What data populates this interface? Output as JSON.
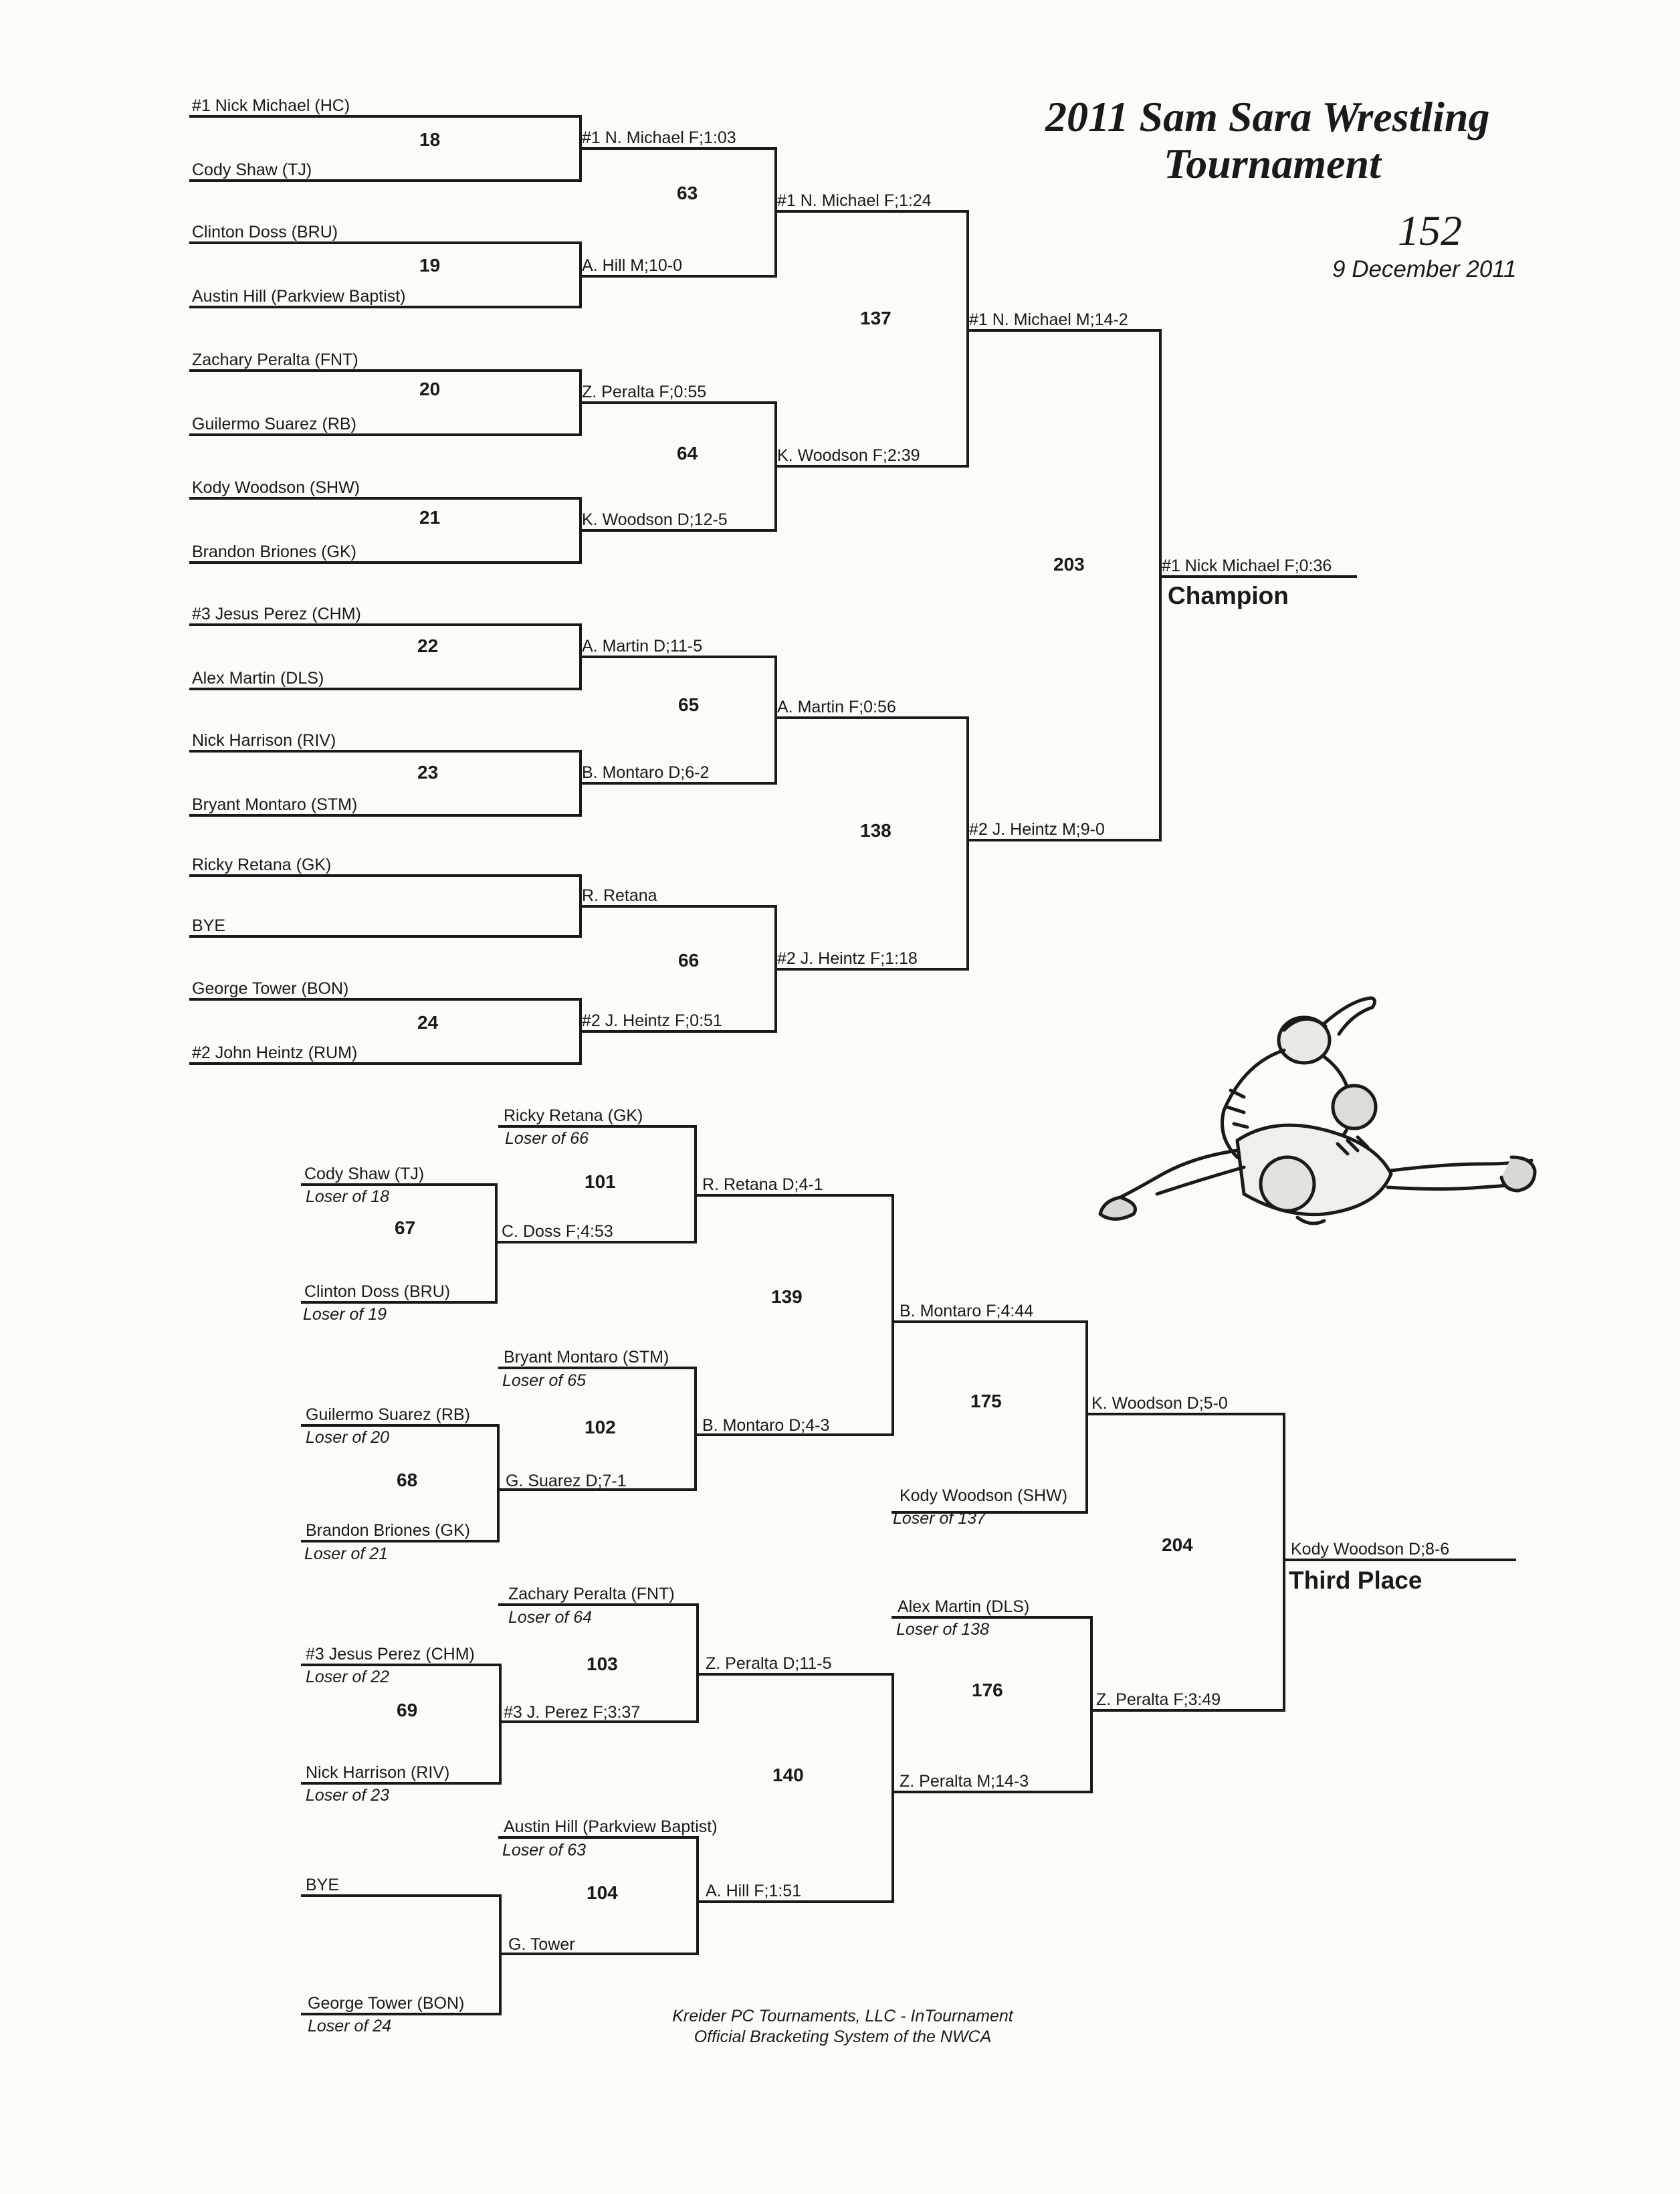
{
  "header": {
    "title_line1": "2011 Sam Sara Wrestling",
    "title_line2": "Tournament",
    "weight_class": "152",
    "date": "9 December 2011"
  },
  "championship": {
    "r1": [
      {
        "bout": "18",
        "top": "#1 Nick Michael (HC)",
        "bottom": "Cody Shaw (TJ)"
      },
      {
        "bout": "19",
        "top": "Clinton Doss (BRU)",
        "bottom": "Austin Hill (Parkview Baptist)"
      },
      {
        "bout": "20",
        "top": "Zachary Peralta (FNT)",
        "bottom": "Guilermo Suarez (RB)"
      },
      {
        "bout": "21",
        "top": "Kody Woodson (SHW)",
        "bottom": "Brandon Briones (GK)"
      },
      {
        "bout": "22",
        "top": "#3 Jesus Perez (CHM)",
        "bottom": "Alex Martin (DLS)"
      },
      {
        "bout": "23",
        "top": "Nick Harrison (RIV)",
        "bottom": "Bryant Montaro (STM)"
      },
      {
        "bout": "",
        "top": "Ricky Retana (GK)",
        "bottom": "BYE"
      },
      {
        "bout": "24",
        "top": "George Tower (BON)",
        "bottom": "#2 John Heintz (RUM)"
      }
    ],
    "r2_results": [
      "#1 N. Michael F;1:03",
      "A. Hill M;10-0",
      "Z. Peralta F;0:55",
      "K. Woodson D;12-5",
      "A. Martin D;11-5",
      "B. Montaro D;6-2",
      "R. Retana",
      "#2 J. Heintz F;0:51"
    ],
    "r2_bouts": [
      "63",
      "64",
      "65",
      "66"
    ],
    "r3_results": [
      "#1 N. Michael F;1:24",
      "K. Woodson F;2:39",
      "A. Martin F;0:56",
      "#2 J. Heintz F;1:18"
    ],
    "r3_bouts": [
      "137",
      "138"
    ],
    "r4_results": [
      "#1 N. Michael M;14-2",
      "#2 J. Heintz M;9-0"
    ],
    "final_bout": "203",
    "champion_result": "#1 Nick Michael F;0:36",
    "champion_label": "Champion"
  },
  "consolation": {
    "c1": [
      {
        "bout": "67",
        "top_name": "Cody Shaw (TJ)",
        "top_note": "Loser of  18",
        "bottom_name": "Clinton Doss (BRU)",
        "bottom_note": "Loser of  19",
        "result": "C. Doss F;4:53"
      },
      {
        "bout": "68",
        "top_name": "Guilermo Suarez (RB)",
        "top_note": "Loser of  20",
        "bottom_name": "Brandon Briones (GK)",
        "bottom_note": "Loser of  21",
        "result": "G. Suarez D;7-1"
      },
      {
        "bout": "69",
        "top_name": "#3 Jesus Perez (CHM)",
        "top_note": "Loser of  22",
        "bottom_name": "Nick Harrison (RIV)",
        "bottom_note": "Loser of  23",
        "result": "#3 J. Perez F;3:37"
      },
      {
        "bout": "",
        "top_name": "BYE",
        "top_note": "",
        "bottom_name": "George Tower (BON)",
        "bottom_note": "Loser of  24",
        "result": "G. Tower"
      }
    ],
    "c2": [
      {
        "bout": "101",
        "name": "Ricky Retana (GK)",
        "note": "Loser of  66",
        "result": "R. Retana D;4-1"
      },
      {
        "bout": "102",
        "name": "Bryant Montaro (STM)",
        "note": "Loser of  65",
        "result": "B. Montaro D;4-3"
      },
      {
        "bout": "103",
        "name": "Zachary Peralta (FNT)",
        "note": "Loser of  64",
        "result": "Z. Peralta D;11-5"
      },
      {
        "bout": "104",
        "name": "Austin Hill (Parkview Baptist)",
        "note": "Loser of  63",
        "result": "A. Hill F;1:51"
      }
    ],
    "c3": [
      {
        "bout": "139",
        "result": "B. Montaro F;4:44"
      },
      {
        "bout": "140",
        "result": "Z. Peralta M;14-3"
      }
    ],
    "c4": [
      {
        "bout": "175",
        "name": "Kody Woodson (SHW)",
        "note": "Loser of  137",
        "result": "K. Woodson D;5-0"
      },
      {
        "bout": "176",
        "name": "Alex Martin (DLS)",
        "note": "Loser of  138",
        "result": "Z. Peralta F;3:49"
      }
    ],
    "third_bout": "204",
    "third_result": "Kody Woodson D;8-6",
    "third_label": "Third Place"
  },
  "footer": {
    "line1": "Kreider PC Tournaments, LLC - InTournament",
    "line2": "Official Bracketing System of the NWCA"
  },
  "illustration": {
    "icon": "wrestlers-illustration-icon"
  }
}
